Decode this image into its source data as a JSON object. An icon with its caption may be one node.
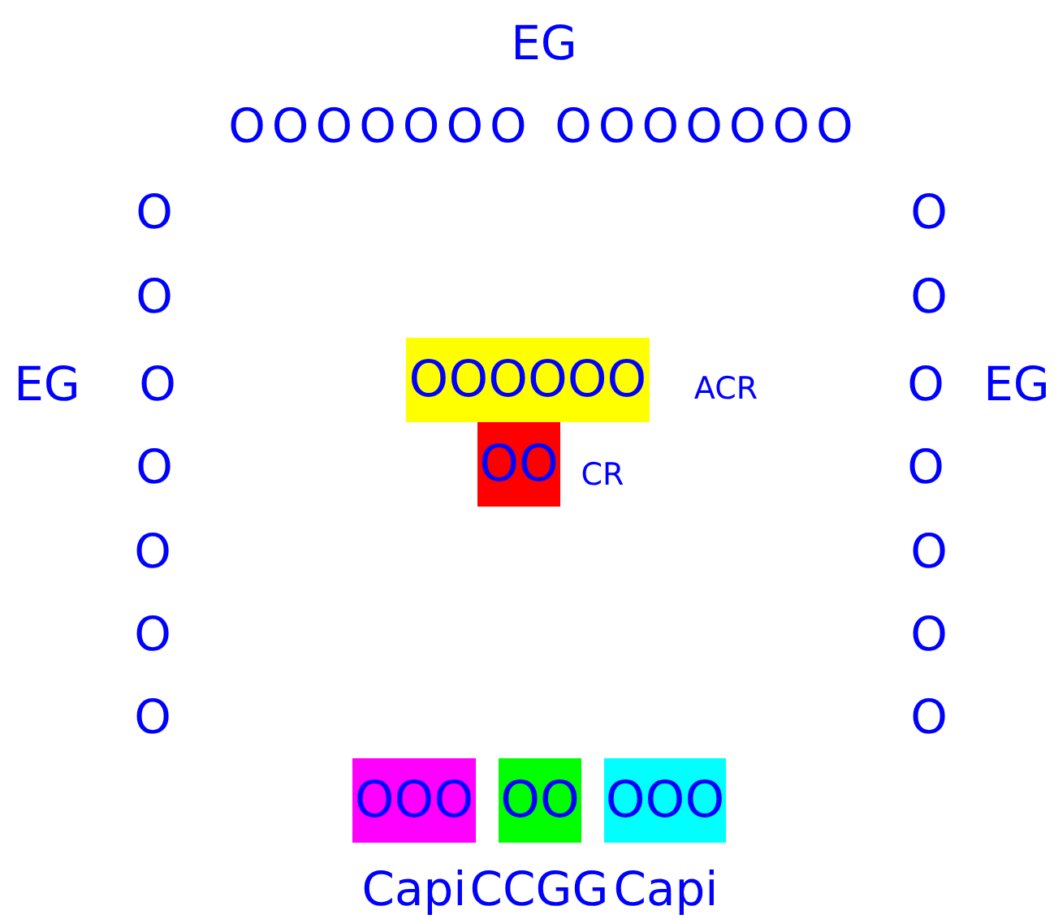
{
  "diagram": {
    "nodes": [
      {
        "text": [
          "OOOOOO"
        ],
        "beside": [
          "ACR"
        ]
      },
      {
        "text": [
          "OO"
        ],
        "beside": [
          "CR"
        ]
      },
      {
        "text": [
          "OOO"
        ],
        "beside": [
          "Capi"
        ]
      },
      {
        "text": [
          "OO"
        ],
        "beside": [
          "CCGG"
        ]
      },
      {
        "text": [
          "OOO"
        ],
        "beside": [
          "Capi"
        ]
      }
    ],
    "labels": [
      "EG",
      "OOOOOOO OOOOOOO",
      "O",
      "O",
      "O",
      "O",
      "EG",
      "O",
      "O",
      "EG",
      "O",
      "O",
      "O",
      "O",
      "O",
      "O",
      "O",
      "O"
    ]
  }
}
